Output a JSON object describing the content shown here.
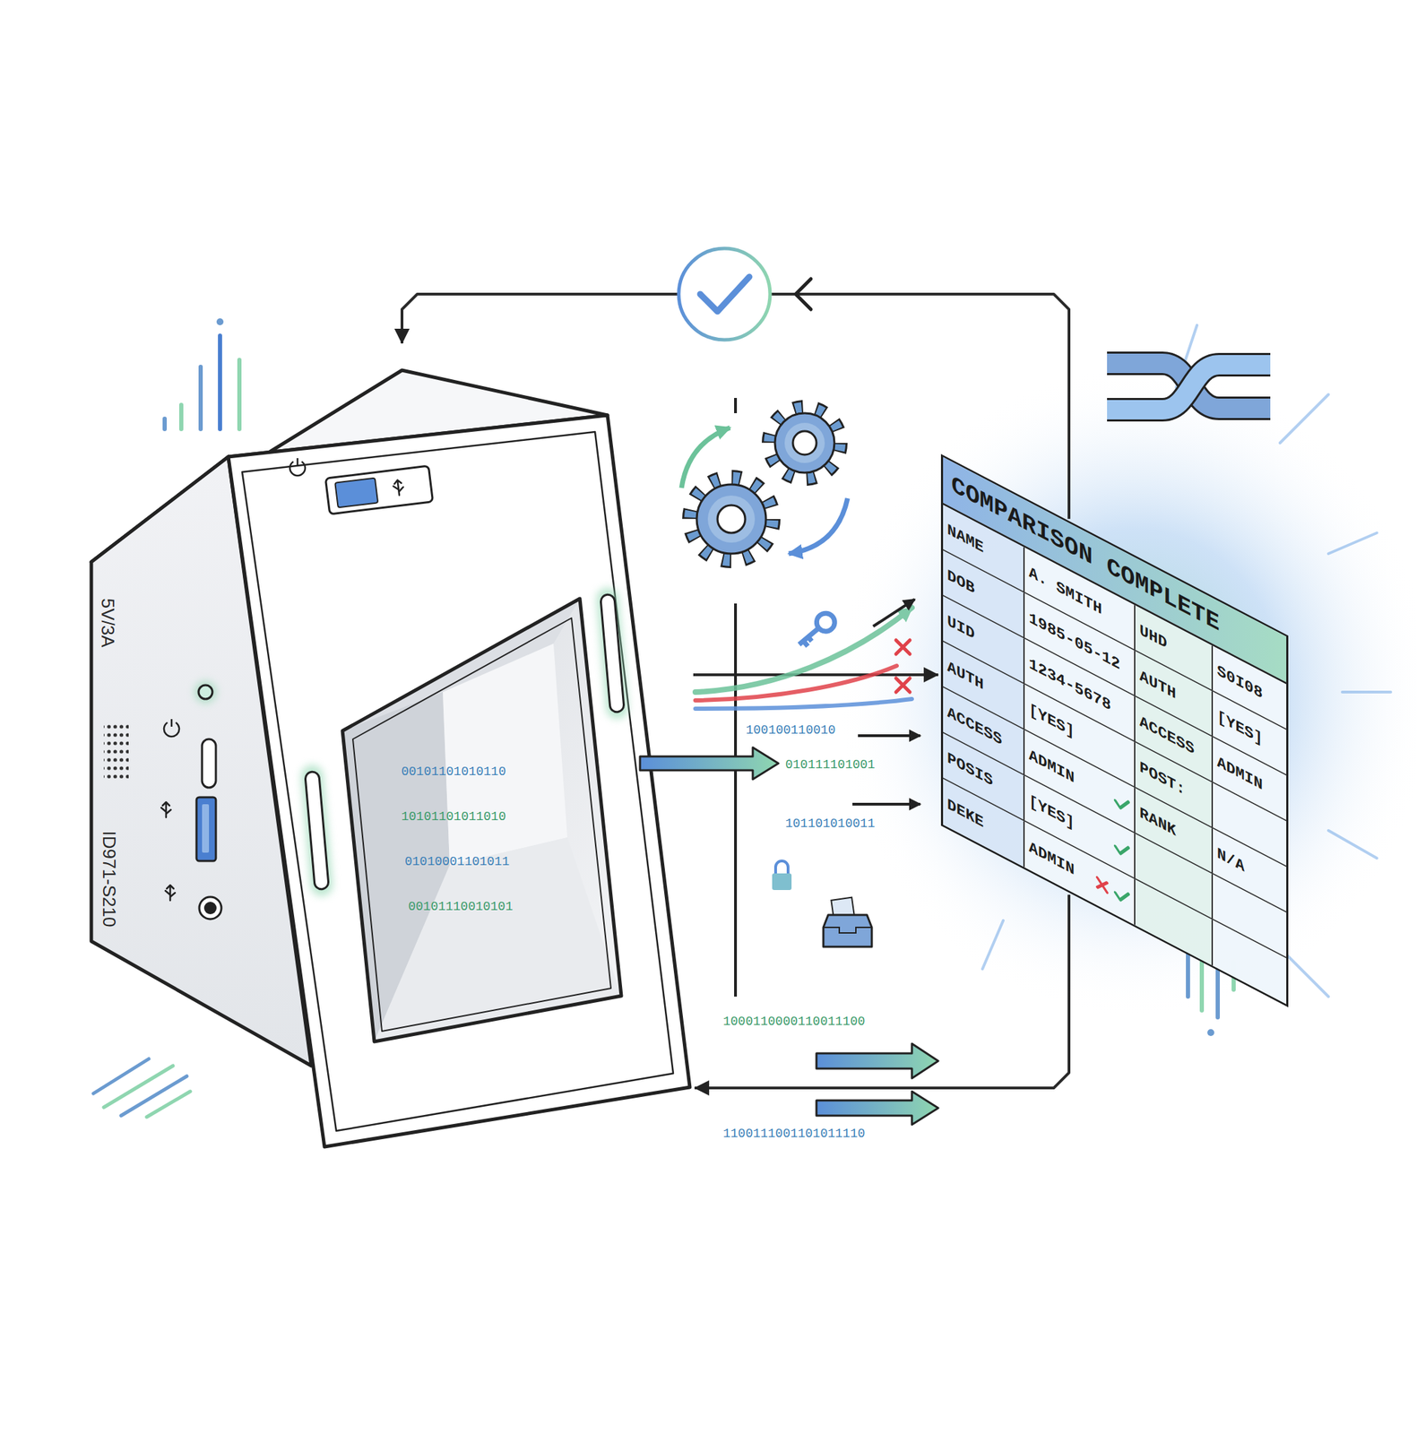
{
  "diagram": {
    "nodes": [
      {
        "text": [
          "5V/3A",
          "ID971-S210"
        ]
      },
      {
        "text": [
          "COMPARISON COMPLETE"
        ]
      }
    ],
    "edges": [
      {
        "from": 0,
        "to": 1,
        "arrow": "to"
      },
      {
        "from": 1,
        "to": 0,
        "arrow": "to"
      },
      {
        "from": 1,
        "to": 0,
        "arrow": "to"
      }
    ],
    "labels": [
      "NAME",
      "A. SMITH",
      "UHD",
      "S0I08",
      "DOB",
      "1985-05-12",
      "AUTH",
      "[YES]",
      "UID",
      "1234-5678",
      "ACCESS",
      "ADMIN",
      "AUTH",
      "[YES]",
      "POST:",
      "ACCESS",
      "ADMIN",
      "RANK",
      "N/A",
      "POSIS",
      "[YES]",
      "DEKE",
      "ADMIN",
      "00101101010110",
      "10101101011010",
      "01010001101011",
      "00101110010101",
      "100100110010",
      "010111101001",
      "101101010011",
      "1000110000110011100",
      "1100111001101011110"
    ]
  }
}
